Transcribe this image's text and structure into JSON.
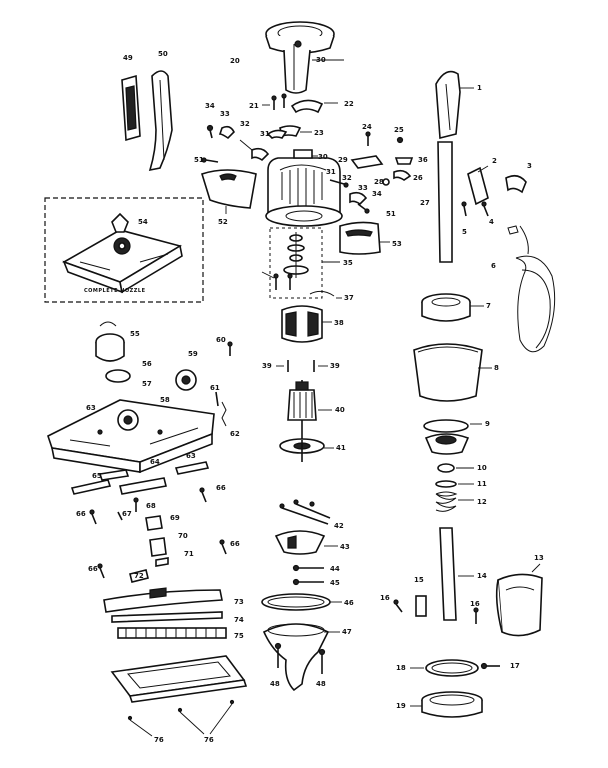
{
  "inset": {
    "caption": "COMPLETE NOZZLE"
  },
  "labels": {
    "p1": "1",
    "p2": "2",
    "p3": "3",
    "p4": "4",
    "p5": "5",
    "p6": "6",
    "p7": "7",
    "p8": "8",
    "p9": "9",
    "p10": "10",
    "p11": "11",
    "p12": "12",
    "p13": "13",
    "p14": "14",
    "p15": "15",
    "p16a": "16",
    "p16b": "16",
    "p17": "17",
    "p18": "18",
    "p19": "19",
    "p20": "20",
    "p21": "21",
    "p22": "22",
    "p23": "23",
    "p24": "24",
    "p25": "25",
    "p26": "26",
    "p27": "27",
    "p28": "28",
    "p29": "29",
    "p30a": "30",
    "p30b": "30",
    "p31a": "31",
    "p31b": "31",
    "p32a": "32",
    "p32b": "32",
    "p33a": "33",
    "p33b": "33",
    "p34a": "34",
    "p34b": "34",
    "p35": "35",
    "p36": "36",
    "p37": "37",
    "p38": "38",
    "p39a": "39",
    "p39b": "39",
    "p40": "40",
    "p41": "41",
    "p42": "42",
    "p43": "43",
    "p44": "44",
    "p45": "45",
    "p46": "46",
    "p47": "47",
    "p48a": "48",
    "p48b": "48",
    "p49": "49",
    "p50": "50",
    "p51a": "51",
    "p51b": "51",
    "p52": "52",
    "p53": "53",
    "p54": "54",
    "p55": "55",
    "p56": "56",
    "p57": "57",
    "p58": "58",
    "p59": "59",
    "p60": "60",
    "p61": "61",
    "p62": "62",
    "p63a": "63",
    "p63b": "63",
    "p64": "64",
    "p65": "65",
    "p66a": "66",
    "p66b": "66",
    "p66c": "66",
    "p66d": "66",
    "p67": "67",
    "p68": "68",
    "p69": "69",
    "p70": "70",
    "p71": "71",
    "p72": "72",
    "p73": "73",
    "p74": "74",
    "p75": "75",
    "p76a": "76",
    "p76b": "76"
  }
}
